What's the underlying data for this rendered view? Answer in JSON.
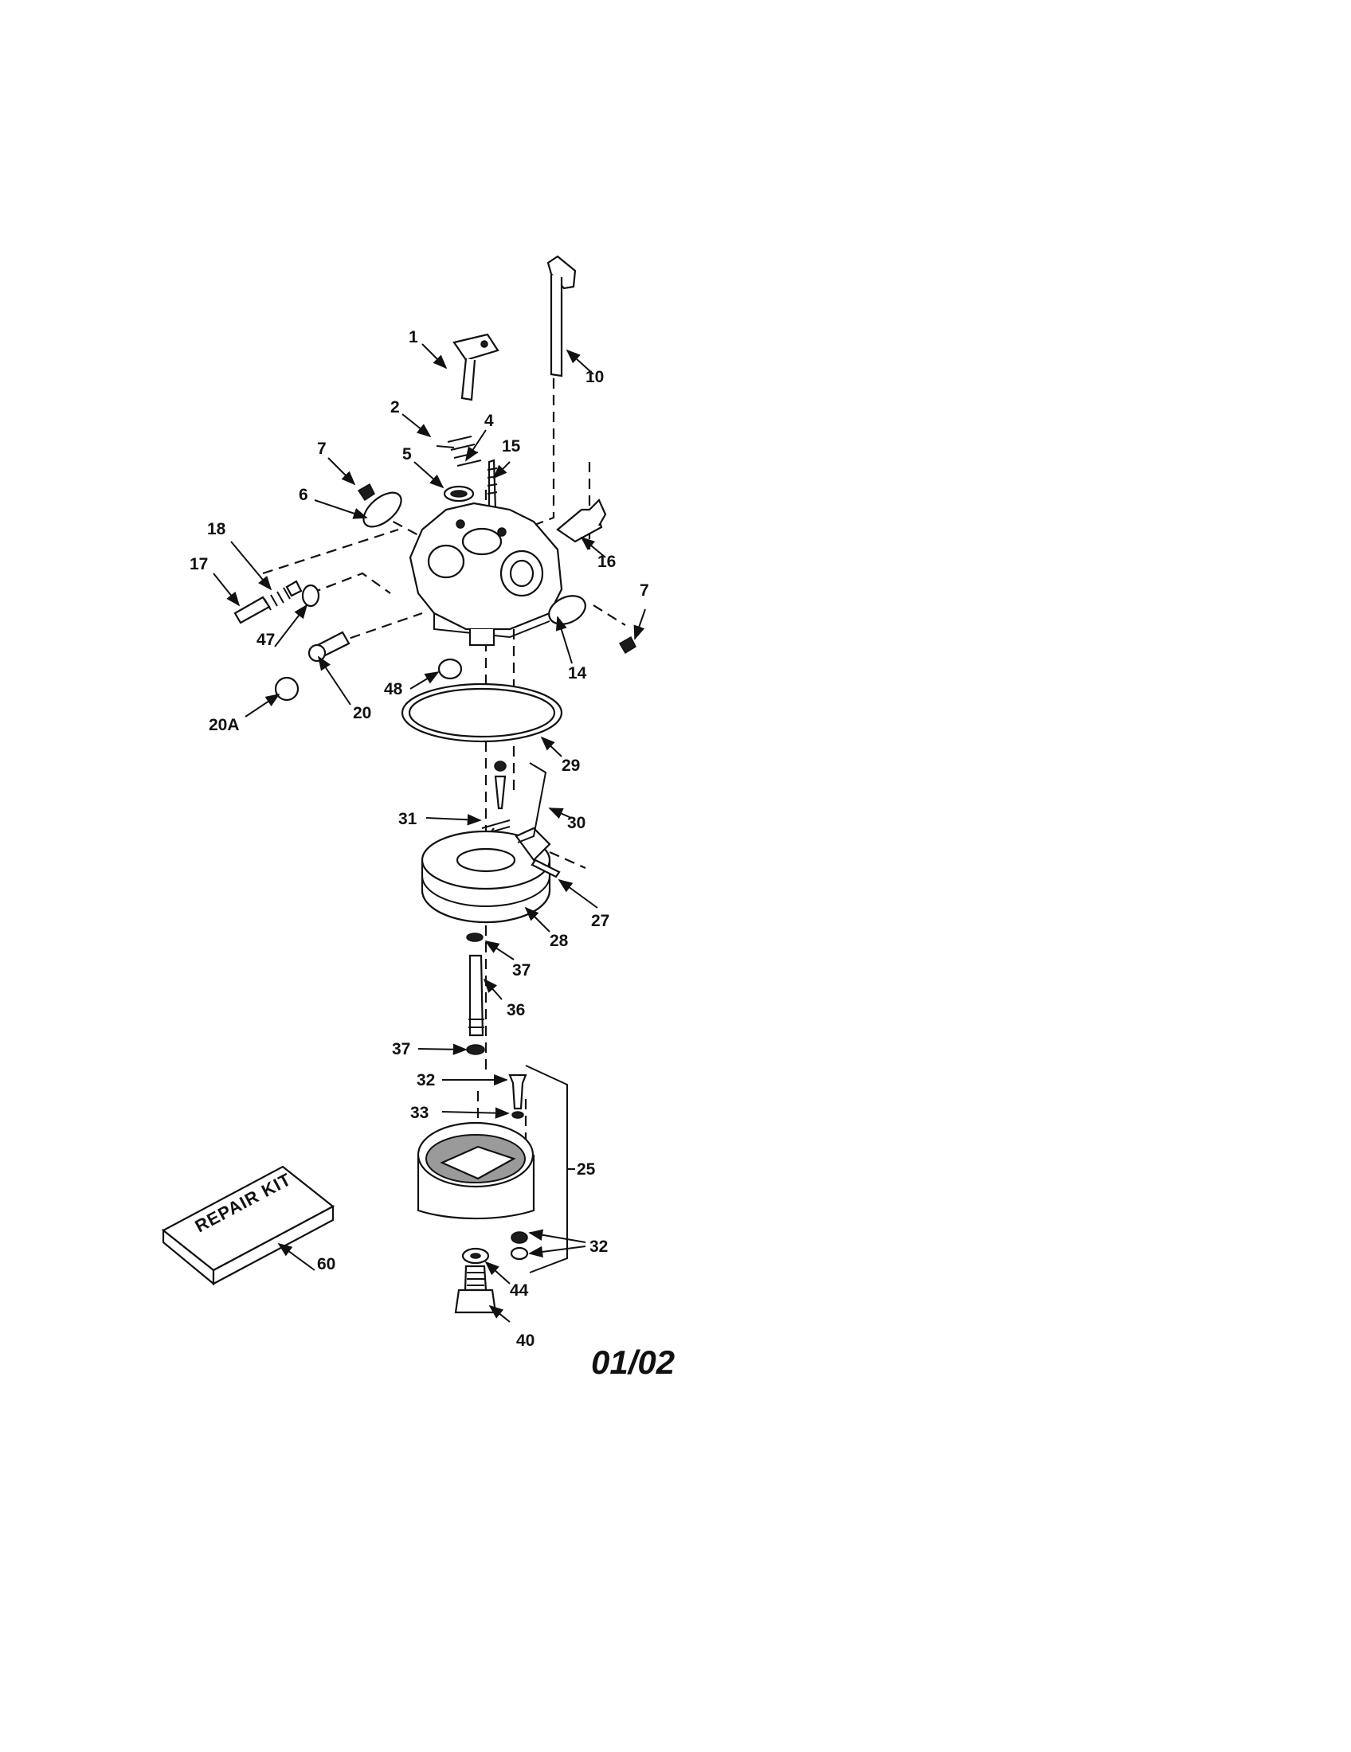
{
  "diagram": {
    "date_code": "01/02",
    "repair_kit_text": "REPAIR KIT",
    "labels": {
      "p1": "1",
      "p2": "2",
      "p4": "4",
      "p5": "5",
      "p7a": "7",
      "p6": "6",
      "p10": "10",
      "p15": "15",
      "p16": "16",
      "p18": "18",
      "p17": "17",
      "p47": "47",
      "p7b": "7",
      "p14": "14",
      "p48": "48",
      "p20": "20",
      "p20a": "20A",
      "p29": "29",
      "p31": "31",
      "p30": "30",
      "p27": "27",
      "p28": "28",
      "p37a": "37",
      "p36": "36",
      "p37b": "37",
      "p32a": "32",
      "p33": "33",
      "p25": "25",
      "p32b": "32",
      "p44": "44",
      "p40": "40",
      "p60": "60"
    }
  }
}
